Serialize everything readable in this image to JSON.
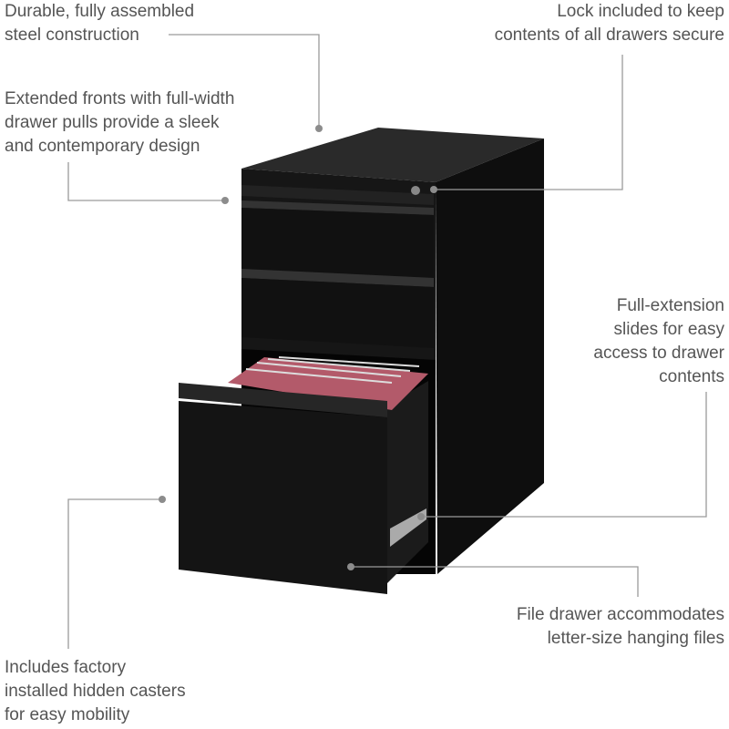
{
  "callouts": {
    "construction": "Durable, fully assembled\nsteel construction",
    "fronts": "Extended fronts with full-width\ndrawer pulls provide a sleek\nand contemporary design",
    "lock": "Lock included to keep\ncontents of all drawers secure",
    "slides": "Full-extension\nslides for easy\naccess to drawer\ncontents",
    "file_drawer": "File drawer accommodates\nletter-size hanging files",
    "casters": "Includes factory\ninstalled hidden casters\nfor easy mobility"
  },
  "colors": {
    "text": "#555555",
    "leader": "#9a9a9a",
    "cabinet": "#141414",
    "files": "#b35a6a"
  }
}
